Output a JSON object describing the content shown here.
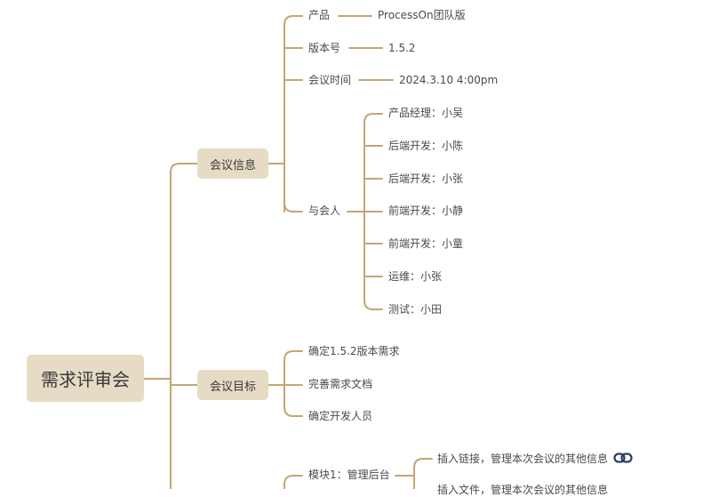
{
  "colors": {
    "line": "#c4a676",
    "node_fill": "#e6dbc5",
    "text": "#4a4a4a"
  },
  "root": {
    "label": "需求评审会"
  },
  "branches": {
    "info": {
      "label": "会议信息",
      "items": {
        "product": {
          "label": "产品",
          "value": "ProcessOn团队版"
        },
        "version": {
          "label": "版本号",
          "value": "1.5.2"
        },
        "time": {
          "label": "会议时间",
          "value": "2024.3.10  4:00pm"
        },
        "attendees": {
          "label": "与会人",
          "people": [
            "产品经理：小吴",
            "后端开发：小陈",
            "后端开发：小张",
            "前端开发：小静",
            "前端开发：小童",
            "运维：小张",
            "测试：小田"
          ]
        }
      }
    },
    "goal": {
      "label": "会议目标",
      "items": [
        "确定1.5.2版本需求",
        "完善需求文档",
        "确定开发人员"
      ]
    },
    "modules": {
      "module1": {
        "label": "模块1：管理后台",
        "notes": [
          "插入链接，管理本次会议的其他信息",
          "插入文件，管理本次会议的其他信息"
        ]
      }
    }
  },
  "icons": {
    "link": "link-icon"
  }
}
